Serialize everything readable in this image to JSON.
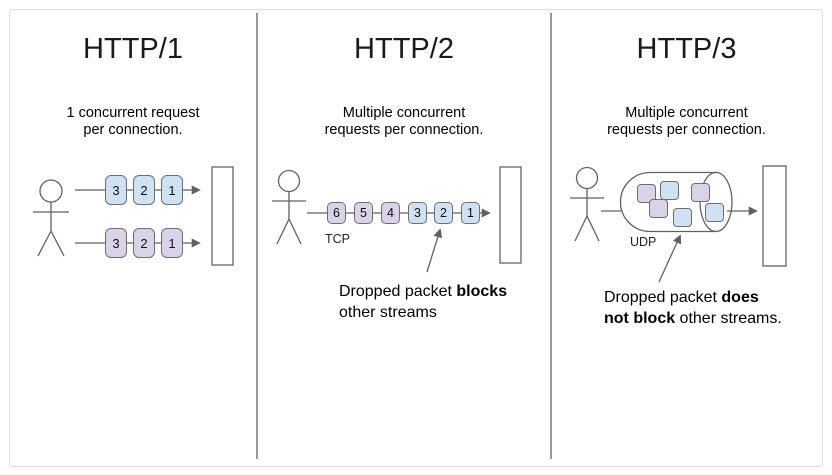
{
  "colors": {
    "blue_packet": "#cfe2f3",
    "purple_packet": "#d9d2e9",
    "stroke": "#616161",
    "divider": "#9a9a9a",
    "frame_border": "#dcdcdc"
  },
  "panels": [
    {
      "title": "HTTP/1",
      "subtitle": "1 concurrent request\nper connection.",
      "rows": [
        {
          "packets": [
            {
              "label": "3"
            },
            {
              "label": "2"
            },
            {
              "label": "1"
            }
          ]
        },
        {
          "packets": [
            {
              "label": "3"
            },
            {
              "label": "2"
            },
            {
              "label": "1"
            }
          ]
        }
      ]
    },
    {
      "title": "HTTP/2",
      "subtitle": "Multiple concurrent\nrequests per connection.",
      "protocol_label": "TCP",
      "packets": [
        {
          "label": "6"
        },
        {
          "label": "5"
        },
        {
          "label": "4"
        },
        {
          "label": "3"
        },
        {
          "label": "2"
        },
        {
          "label": "1"
        }
      ],
      "annotation": {
        "line1": {
          "pre": "Dropped packet ",
          "bold": "blocks",
          "post": ""
        },
        "line2": {
          "pre": "other streams",
          "bold": "",
          "post": ""
        }
      }
    },
    {
      "title": "HTTP/3",
      "subtitle": "Multiple concurrent\nrequests per connection.",
      "protocol_label": "UDP",
      "annotation": {
        "line1": {
          "pre": "Dropped packet ",
          "bold": "does",
          "post": ""
        },
        "line2": {
          "pre": "",
          "bold": "not block",
          "post": " other streams."
        }
      }
    }
  ]
}
